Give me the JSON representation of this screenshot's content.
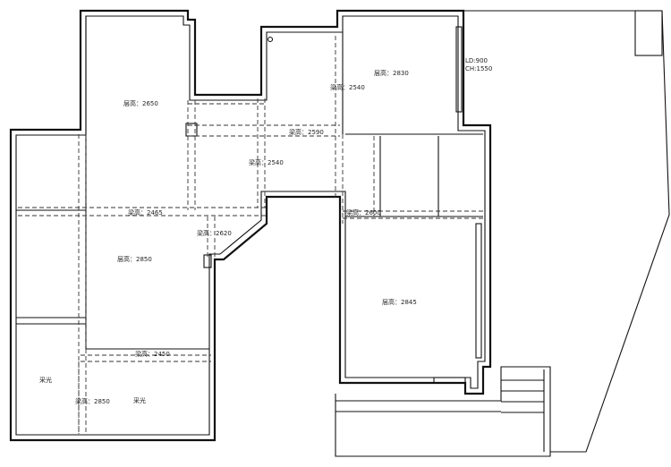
{
  "labels": {
    "ceiling_2650": "层高：2650",
    "ceiling_2850": "层高：2850",
    "ceiling_2830": "层高：2830",
    "ceiling_2845": "层高：2845",
    "beam_2540_a": "梁高：2540",
    "beam_2540_b": "梁高：2540",
    "beam_2590": "梁高：2590",
    "beam_2465": "梁高：2465",
    "beam_2620": "梁高：2620",
    "beam_2600": "梁高：2600",
    "beam_2450": "梁高：2450",
    "beam_2850": "梁高：2850",
    "window_ld": "LD:900",
    "window_ch": "CH:1550",
    "daylight_a": "采光",
    "daylight_b": "采光"
  }
}
